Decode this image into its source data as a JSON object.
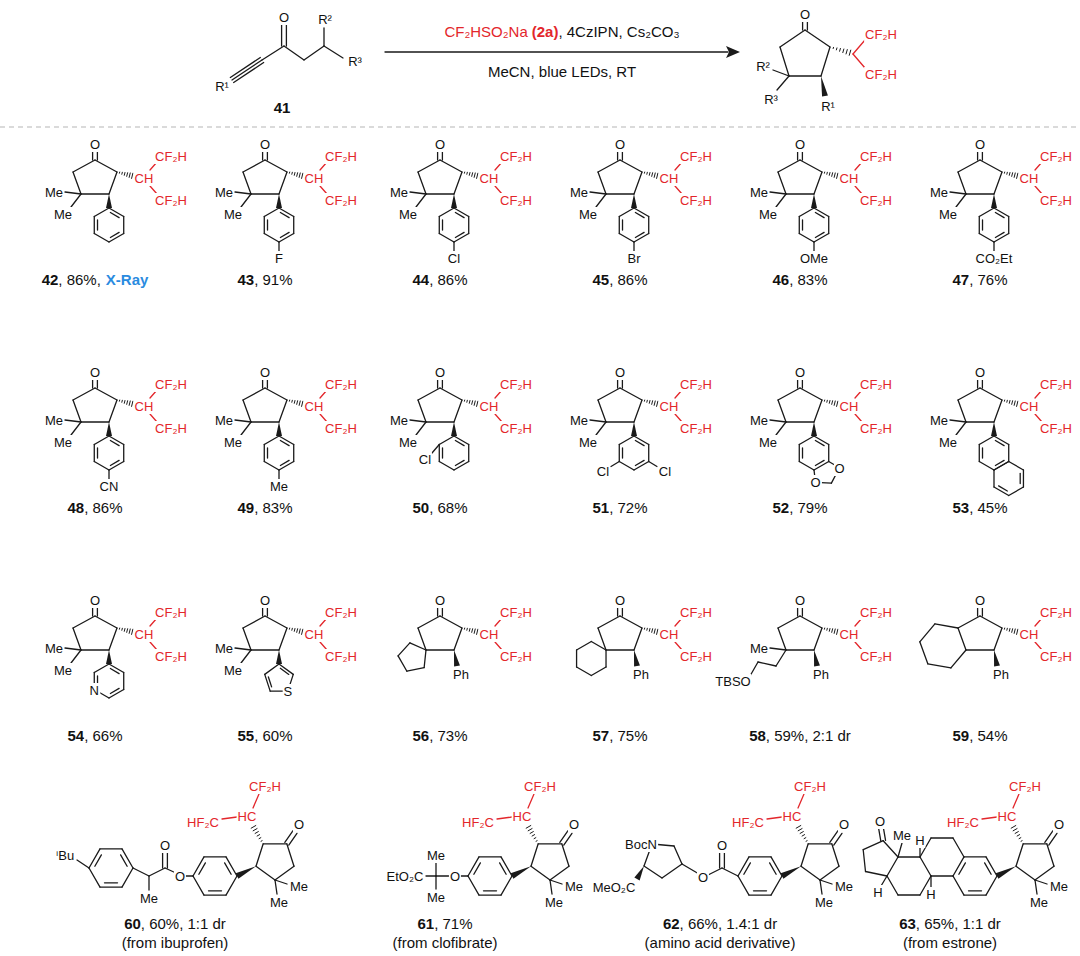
{
  "diagram": {
    "labels": [
      "O",
      "R¹",
      "R²",
      "R³",
      "41",
      "CF₂HSO₂Na",
      "(2a)",
      ", 4CzIPN, Cs₂CO₃",
      "MeCN, blue LEDs, RT",
      "O",
      "CF₂H",
      "CF₂H",
      "R²",
      "R³",
      "R¹",
      "O",
      "CH",
      "CF₂H",
      "CF₂H",
      "Me",
      "Me",
      "42",
      ", 86%,",
      "X-Ray",
      "O",
      "CH",
      "CF₂H",
      "CF₂H",
      "Me",
      "Me",
      "F",
      "43",
      ", 91%",
      "O",
      "CH",
      "CF₂H",
      "CF₂H",
      "Me",
      "Me",
      "Cl",
      "44",
      ", 86%",
      "O",
      "CH",
      "CF₂H",
      "CF₂H",
      "Me",
      "Me",
      "Br",
      "45",
      ", 86%",
      "O",
      "CH",
      "CF₂H",
      "CF₂H",
      "Me",
      "Me",
      "OMe",
      "46",
      ", 83%",
      "O",
      "CH",
      "CF₂H",
      "CF₂H",
      "Me",
      "Me",
      "CO₂Et",
      "47",
      ", 76%",
      "O",
      "CH",
      "CF₂H",
      "CF₂H",
      "Me",
      "Me",
      "CN",
      "48",
      ", 86%",
      "O",
      "CH",
      "CF₂H",
      "CF₂H",
      "Me",
      "Me",
      "Me",
      "49",
      ", 83%",
      "O",
      "CH",
      "CF₂H",
      "CF₂H",
      "Me",
      "Me",
      "Cl",
      "50",
      ", 68%",
      "O",
      "CH",
      "CF₂H",
      "CF₂H",
      "Me",
      "Me",
      "Cl",
      "Cl",
      "51",
      ", 72%",
      "O",
      "CH",
      "CF₂H",
      "CF₂H",
      "Me",
      "Me",
      "O",
      "O",
      "52",
      ", 79%",
      "O",
      "CH",
      "CF₂H",
      "CF₂H",
      "Me",
      "Me",
      "53",
      ", 45%",
      "O",
      "CH",
      "CF₂H",
      "CF₂H",
      "Me",
      "Me",
      "N",
      "54",
      ", 66%",
      "O",
      "CH",
      "CF₂H",
      "CF₂H",
      "Me",
      "Me",
      "S",
      "55",
      ", 60%",
      "O",
      "CH",
      "CF₂H",
      "CF₂H",
      "Ph",
      "56",
      ", 73%",
      "O",
      "CH",
      "CF₂H",
      "CF₂H",
      "Ph",
      "57",
      ", 75%",
      "O",
      "CH",
      "CF₂H",
      "CF₂H",
      "Me",
      "TBSO",
      "Ph",
      "58",
      ", 59%, 2:1 dr",
      "O",
      "CH",
      "CF₂H",
      "CF₂H",
      "Ph",
      "59",
      ", 54%",
      "CF₂H",
      "HF₂C",
      "HC",
      "O",
      "Me",
      "Me",
      "O",
      "O",
      "Me",
      "ⁱBu",
      "60",
      ", 60%, 1:1 dr",
      "(from ibuprofen)",
      "CF₂H",
      "HF₂C",
      "HC",
      "O",
      "Me",
      "Me",
      "O",
      "Me",
      "Me",
      "EtO₂C",
      "61",
      ", 71%",
      "(from clofibrate)",
      "CF₂H",
      "HF₂C",
      "HC",
      "O",
      "Me",
      "Me",
      "O",
      "O",
      "BocN",
      "MeO₂C",
      "62",
      ", 66%, 1.4:1 dr",
      "(amino acid derivative)",
      "CF₂H",
      "HF₂C",
      "HC",
      "O",
      "Me",
      "Me",
      "O",
      "Me",
      "H",
      "H",
      "H",
      "63",
      ", 65%, 1:1 dr",
      "(from estrone)"
    ]
  }
}
